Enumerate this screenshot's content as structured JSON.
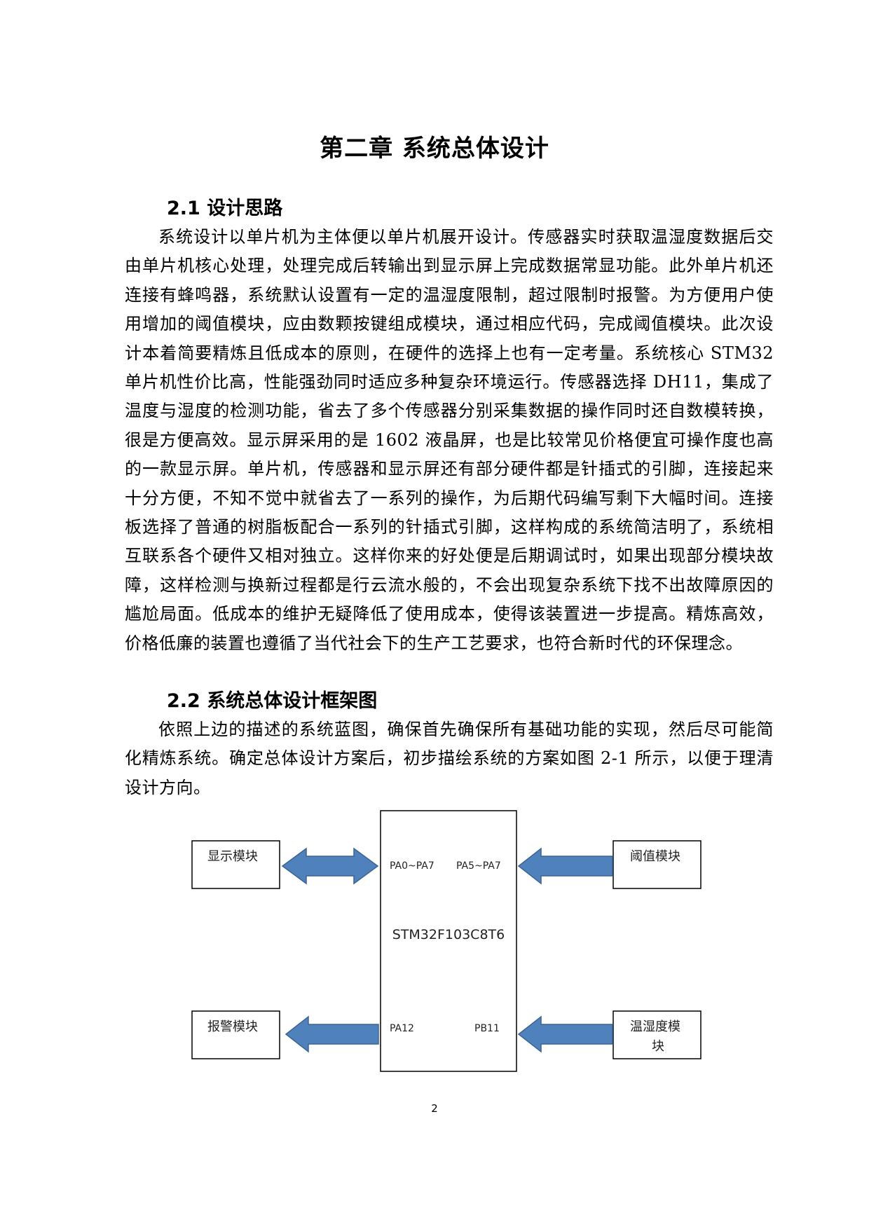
{
  "chapter_title": "第二章 系统总体设计",
  "sections": [
    {
      "title": "2.1 设计思路",
      "lines": [
        "系统设计以单片机为主体便以单片机展开设计。传感器实时获取温湿度数据后交",
        "由单片机核心处理，处理完成后转输出到显示屏上完成数据常显功能。此外单片机还",
        "连接有蜂鸣器，系统默认设置有一定的温湿度限制，超过限制时报警。为方便用户使",
        "用增加的阈值模块，应由数颗按键组成模块，通过相应代码，完成阈值模块。此次设",
        "计本着简要精炼且低成本的原则，在硬件的选择上也有一定考量。系统核心 STM32",
        "单片机性价比高，性能强劲同时适应多种复杂环境运行。传感器选择 DH11，集成了",
        "温度与湿度的检测功能，省去了多个传感器分别采集数据的操作同时还自数模转换，",
        "很是方便高效。显示屏采用的是 1602 液晶屏，也是比较常见价格便宜可操作度也高",
        "的一款显示屏。单片机，传感器和显示屏还有部分硬件都是针插式的引脚，连接起来",
        "十分方便，不知不觉中就省去了一系列的操作，为后期代码编写剩下大幅时间。连接",
        "板选择了普通的树脂板配合一系列的针插式引脚，这样构成的系统简洁明了，系统相",
        "互联系各个硬件又相对独立。这样你来的好处便是后期调试时，如果出现部分模块故",
        "障，这样检测与换新过程都是行云流水般的，不会出现复杂系统下找不出故障原因的",
        "尴尬局面。低成本的维护无疑降低了使用成本，使得该装置进一步提高。精炼高效，",
        "价格低廉的装置也遵循了当代社会下的生产工艺要求，也符合新时代的环保理念。"
      ]
    },
    {
      "title": "2.2 系统总体设计框架图",
      "lines": [
        "依照上边的描述的系统蓝图，确保首先确保所有基础功能的实现，然后尽可能简",
        "化精炼系统。确定总体设计方案后，初步描绘系统的方案如图 2-1 所示，以便于理清",
        "设计方向。"
      ]
    }
  ],
  "diagram": {
    "mcu_label": "STM32F103C8T6",
    "pins": {
      "display": "PA0~PA7",
      "threshold": "PA5~PA7",
      "alarm": "PA12",
      "sensor": "PB11"
    },
    "modules": {
      "display": "显示模块",
      "threshold": "阈值模块",
      "alarm": "报警模块",
      "sensor_line1": "温湿度模",
      "sensor_line2": "块"
    },
    "arrow_color": "#4f81bd",
    "arrow_stroke": "#3b6493"
  },
  "page_number": "2"
}
